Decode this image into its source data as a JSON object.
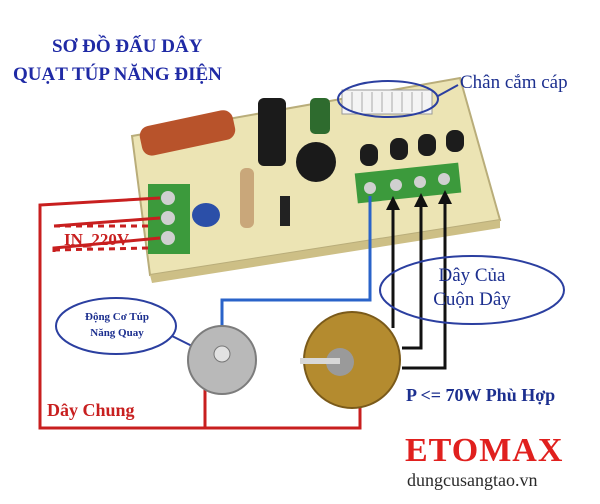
{
  "title": {
    "line1": "SƠ ĐỒ ĐẤU DÂY",
    "line2": "QUẠT TÚP NĂNG ĐIỆN"
  },
  "labels": {
    "connector": "Chân cắm cáp",
    "input_voltage": "IN_220V",
    "common_wire": "Dây Chung",
    "coil_wire_line1": "Dây Của",
    "coil_wire_line2": "Cuộn Dây",
    "motor_line1": "Động Cơ Túp",
    "motor_line2": "Năng Quay",
    "power_note": "P <= 70W Phù Hợp"
  },
  "brand": {
    "name": "ETOMAX",
    "website": "dungcusangtao.vn"
  },
  "colors": {
    "title": "#1f2aa5",
    "label_blue": "#1c2f8f",
    "wire_red": "#c81f1f",
    "wire_blue": "#2a63c9",
    "brand_red": "#e0201e",
    "pcb": "#ece4b4"
  }
}
